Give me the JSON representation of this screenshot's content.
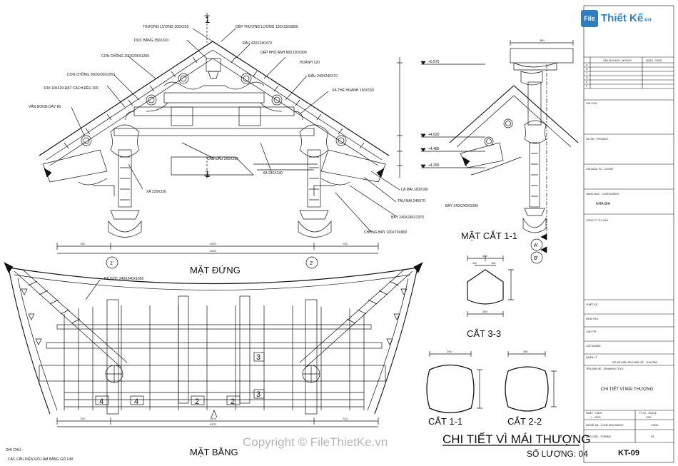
{
  "logo": {
    "mark": "File",
    "name": "Thiết Kế",
    "domain": ".vn"
  },
  "watermark": "Copyright © FileThietKe.vn",
  "views": {
    "elevation": "MẶT ĐỨNG",
    "plan": "MẶT BẰNG",
    "section_11_main": "MẶT CẮT 1-1",
    "cut_33": "CẮT 3-3",
    "cut_11": "CẮT 1-1",
    "cut_22": "CẮT 2-2"
  },
  "drawing_title": "CHI TIẾT VÌ MÁI THƯỢNG",
  "quantity": "SỐ LƯỢNG: 04",
  "section_marks": {
    "one": "1",
    "two": "2",
    "three": "3",
    "four": "4"
  },
  "grid": {
    "a": "1'",
    "b": "2'",
    "c": "A'",
    "d": "B'"
  },
  "levels": [
    "+5.570",
    "+4.620",
    "+4.480",
    "+4.250"
  ],
  "labels": [
    "THƯỢNG LƯƠNG 200X220",
    "DỌC BẢNG 350X320",
    "CON CHỒNG 200X200X1250",
    "CON CHỒNG 200X200X2050",
    "RUI 100X20 ĐẶT CÁCH ĐỀU 200",
    "VÁN DONG DÀY 80",
    "DÉP THƯỢNG LƯƠNG 120X150X850",
    "ĐẦU 420X240X70",
    "DÉP PHÓ ÁNH 80X120X300",
    "HOÀNH 120",
    "ĐẦU 240X240X70",
    "XÀ THẺ HOÀNH 150X150",
    "CẦU ĐẦU 260X290",
    "XÀ 240X240",
    "XÀ 220X220",
    "LÁ MÁI 100X180",
    "TÀU MÁI 240X70",
    "BẨY 240X240X1370",
    "CHỐNG BẨY 100X70X800",
    "BẨY 240X240X1000",
    "KẺ GÓC 240X240X1650"
  ],
  "dims": {
    "elev_left": "720",
    "elev_mid": "2970",
    "elev_right": "720",
    "total": "5370",
    "plan_left": "720",
    "plan_mid": "2970",
    "plan_right": "720",
    "top_sec": "360",
    "s33_top": "220",
    "s33_a": "110",
    "s33_b": "110",
    "s33_bot": "150",
    "c11_top": "240",
    "c22_top": "240"
  },
  "notes": {
    "title": "GHI CHÚ :",
    "line": "- CÁC CẤU KIỆN GỖ LÀM BẰNG GỖ LIM"
  },
  "titleblock": {
    "rev_header": "LẦN SỬA ĐỔI - MODIFY",
    "date_header": "NGÀY - DATE",
    "rev_rows": [
      "A",
      "B",
      "C",
      "D",
      "E",
      "F"
    ],
    "ghichu": "GHI CHÚ",
    "project": "DỰ ÁN - PROJECT",
    "client": "CHỦ ĐẦU TƯ - CLIENT",
    "category": "HẠNG MỤC - CATEGORIES",
    "category_value": "NHÀ BIA",
    "company": "CÔNG TY TƯ VẤN",
    "sig1": "THIẾT KẾ",
    "sig2": "KIỂM TRA",
    "sig3": "CHỦ TRÌ",
    "sig4": "CHỦ NHIỆM",
    "sig5": "QUẢN LÝ",
    "file_label": "SỐ BỘ HIỆU FILE BẢN VẼ - THƯỢNG",
    "sheet_title_label": "TÊN BẢN VẼ - DRAWING TITLE",
    "sheet_title": "CHI TIẾT VÌ MÁI THƯỢNG",
    "date_label": "NGÀY - DATE",
    "date_value": "..../..../2021",
    "scale_label": "TỶ LỆ - SCALE",
    "scale_value": "1/50",
    "code_label": "MÃ ĐỀ ÁN - CODE ARCHIVAGE",
    "code_short": "CODE",
    "format_label": "KHỔ GIẤY - FORMAT",
    "format_value": "A3",
    "sheet_no": "KT-09"
  }
}
